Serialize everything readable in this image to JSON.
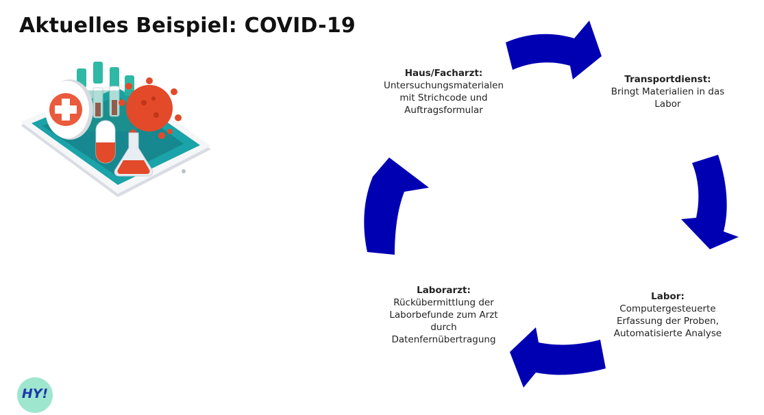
{
  "title": "Aktuelles Beispiel: COVID-19",
  "illustration": {
    "icon": "covid-lab-smartphone-illustration"
  },
  "cycle": {
    "arrow_color": "#0000b3",
    "nodes": [
      {
        "title": "Haus/Facharzt:",
        "lines": [
          "Untersuchungsmaterialen",
          "mit Strichcode und",
          "Auftragsformular"
        ]
      },
      {
        "title": "Transportdienst:",
        "lines": [
          "Bringt Materialien in das",
          "Labor"
        ]
      },
      {
        "title": "Labor:",
        "lines": [
          "Computergesteuerte",
          "Erfassung der Proben,",
          "Automatisierte Analyse"
        ]
      },
      {
        "title": "Laborarzt:",
        "lines": [
          "Rückübermittlung der",
          "Laborbefunde zum Arzt",
          "durch",
          "Datenfernübertragung"
        ]
      }
    ]
  },
  "logo": {
    "text": "HY!"
  }
}
